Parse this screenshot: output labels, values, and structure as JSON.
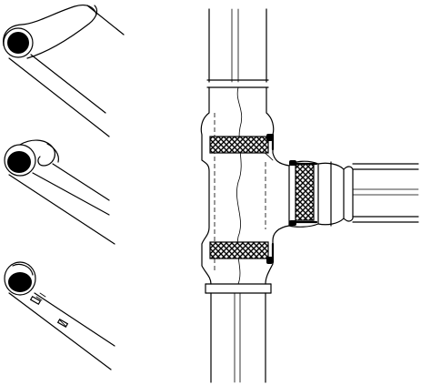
{
  "diagram": {
    "panels": [
      {
        "id": "pipe-end-collar"
      },
      {
        "id": "pipe-end-hook"
      },
      {
        "id": "pipe-end-notched"
      }
    ],
    "assembly": {
      "id": "tee-joint",
      "bands": 3,
      "pattern": "crosshatch"
    },
    "colors": {
      "ink": "#000000",
      "paper": "#ffffff"
    }
  }
}
